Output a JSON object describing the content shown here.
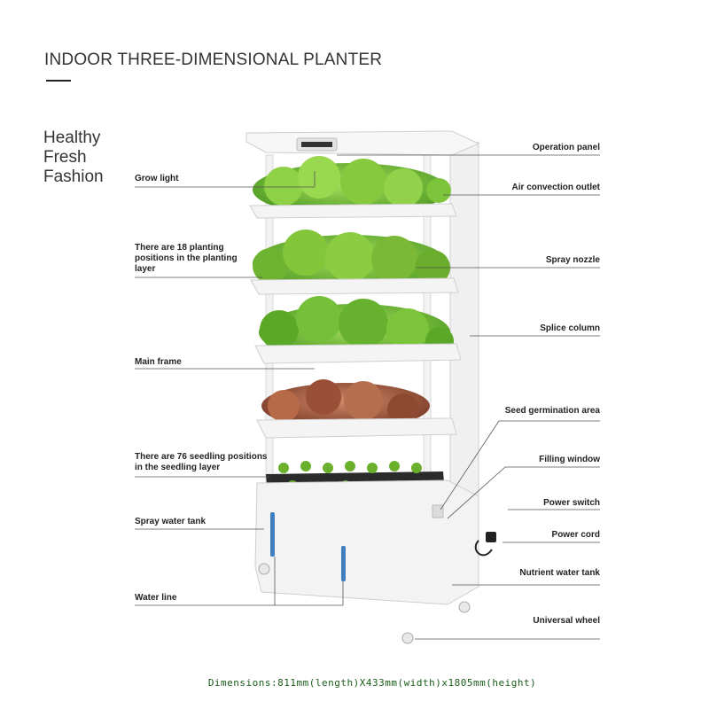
{
  "title": "INDOOR THREE-DIMENSIONAL PLANTER",
  "tagline": [
    "Healthy",
    "Fresh",
    "Fashion"
  ],
  "left_labels": {
    "grow_light": "Grow light",
    "planting_positions": "There are 18 planting positions in the planting layer",
    "main_frame": "Main frame",
    "seedling_positions": "There are 76 seedling positions in the seedling layer",
    "spray_water_tank": "Spray water tank",
    "water_line": "Water line"
  },
  "right_labels": {
    "operation_panel": "Operation panel",
    "air_convection_outlet": "Air convection outlet",
    "spray_nozzle": "Spray nozzle",
    "splice_column": "Splice column",
    "seed_germination_area": "Seed germination area",
    "filling_window": "Filling window",
    "power_switch": "Power switch",
    "power_cord": "Power cord",
    "nutrient_water_tank": "Nutrient water tank",
    "universal_wheel": "Universal wheel"
  },
  "dimensions": "Dimensions:811mm(length)X433mm(width)x1805mm(height)",
  "colors": {
    "frame": "#f4f4f4",
    "frame_edge": "#d6d6d6",
    "lettuce": "#7cc43a",
    "lettuce_dark": "#4e9a22",
    "red_lettuce": "#a0563a",
    "water_line": "#3f7fc0",
    "leader_line": "#555555",
    "dimension_text": "#1a5c1a"
  },
  "icons": [
    "grow-light-icon",
    "power-plug-icon",
    "wheel-icon"
  ]
}
